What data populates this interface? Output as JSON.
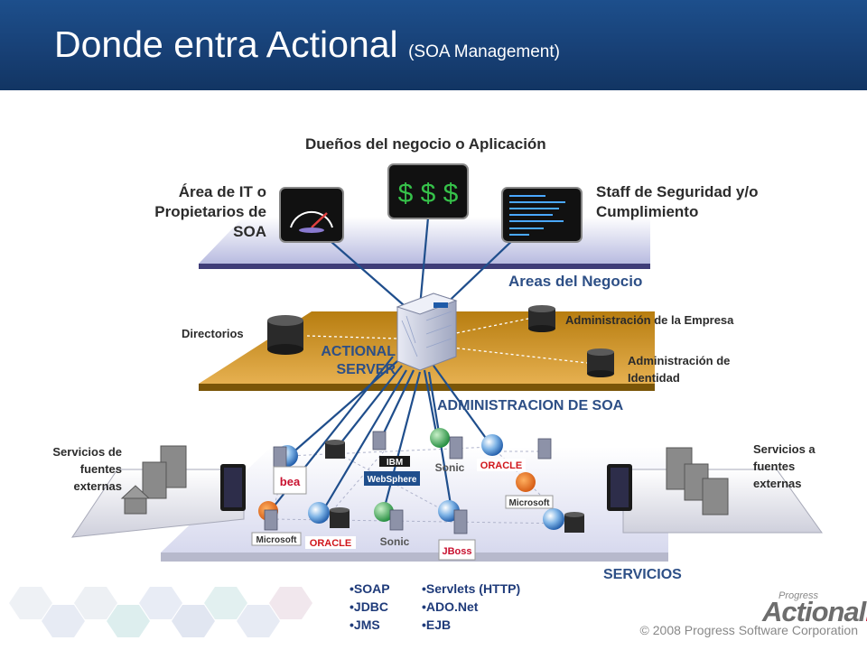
{
  "header": {
    "title": "Donde entra Actional",
    "subtitle": "(SOA Management)"
  },
  "labels": {
    "business_owners": "Dueños del negocio o Aplicación",
    "it_area_line1": "Área de IT o",
    "it_area_line2": "Propietarios de",
    "it_area_line3": "SOA",
    "security_line1": "Staff de Seguridad y/o",
    "security_line2": "Cumplimiento",
    "business_areas": "Areas del Negocio",
    "directories": "Directorios",
    "actional_server_line1": "ACTIONAL",
    "actional_server_line2": "SERVER",
    "enterprise_admin": "Administración de la Empresa",
    "identity_admin_line1": "Administración de",
    "identity_admin_line2": "Identidad",
    "soa_admin": "ADMINISTRACION DE SOA",
    "ext_services_left_line1": "Servicios de",
    "ext_services_left_line2": "fuentes",
    "ext_services_left_line3": "externas",
    "ext_services_right_line1": "Servicios a",
    "ext_services_right_line2": "fuentes",
    "ext_services_right_line3": "externas",
    "services": "SERVICIOS",
    "money_symbols": "$ $ $"
  },
  "vendors": {
    "bea": "bea",
    "ibm": "IBM",
    "websphere": "WebSphere",
    "sonic": "Sonic",
    "oracle": "ORACLE",
    "microsoft": "Microsoft",
    "jboss": "JBoss"
  },
  "protocols": {
    "col1": [
      "SOAP",
      "JDBC",
      "JMS"
    ],
    "col2": [
      "Servlets (HTTP)",
      "ADO.Net",
      "EJB"
    ]
  },
  "footer": {
    "copyright": "© 2008 Progress Software Corporation",
    "logo_top": "Progress",
    "logo_main": "Actional"
  },
  "colors": {
    "title_bar": "#1d4f8c",
    "business_plane": "#c9cbe8",
    "soa_plane": "#c9901c",
    "services_plane": "#dcdef0",
    "connector": "#1f4e8c",
    "label_blue": "#2d4f86"
  }
}
